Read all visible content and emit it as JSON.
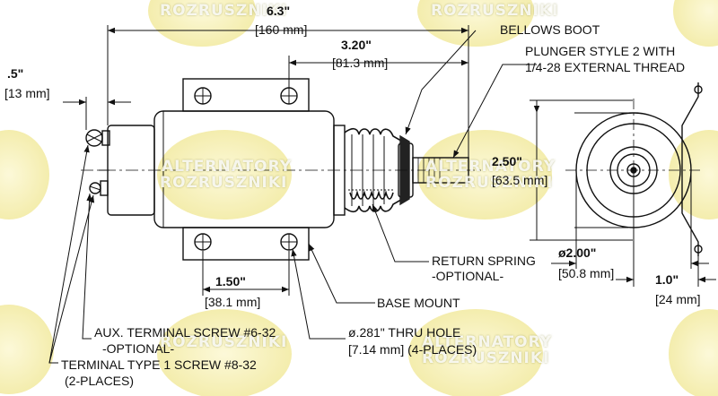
{
  "dimensions": {
    "overall_length": {
      "value": "6.3\"",
      "metric": "[160 mm]"
    },
    "body_to_tip": {
      "value": "3.20\"",
      "metric": "[81.3 mm]"
    },
    "terminal_offset": {
      "value": ".5\"",
      "metric": "[13 mm]"
    },
    "mount_spacing": {
      "value": "1.50\"",
      "metric": "[38.1 mm]"
    },
    "height": {
      "value": "2.50\"",
      "metric": "[63.5 mm]"
    },
    "diameter": {
      "value": "ø2.00\"",
      "metric": "[50.8 mm]"
    },
    "bracket_width": {
      "value": "1.0\"",
      "metric": "[24 mm]"
    }
  },
  "callouts": {
    "bellows_boot": "BELLOWS BOOT",
    "plunger_line1": "PLUNGER STYLE 2 WITH",
    "plunger_line2": "1/4-28 EXTERNAL THREAD",
    "return_spring_line1": "RETURN SPRING",
    "return_spring_line2": "-OPTIONAL-",
    "base_mount": "BASE MOUNT",
    "thru_hole_line1": "ø.281\" THRU HOLE",
    "thru_hole_line2": "[7.14 mm] (4-PLACES)",
    "aux_terminal_line1": "AUX. TERMINAL SCREW #6-32",
    "aux_terminal_line2": "-OPTIONAL-",
    "terminal_line1": "TERMINAL TYPE 1 SCREW #8-32",
    "terminal_line2": "(2-PLACES)"
  },
  "watermark": {
    "line1": "ALTERNATORY",
    "line2": "ROZRUSZNIKI",
    "badge_color": "#f4ec9a",
    "text_color": "#ffffff"
  }
}
